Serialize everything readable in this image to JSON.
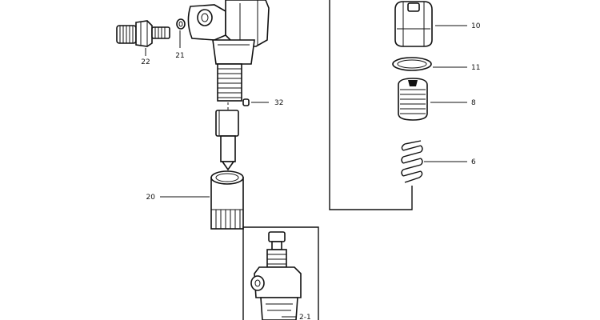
{
  "callouts": {
    "c22": "22",
    "c21": "21",
    "c32": "32",
    "c20": "20",
    "c10": "10",
    "c11": "11",
    "c8": "8",
    "c6": "6",
    "c2_1": "2-1"
  }
}
